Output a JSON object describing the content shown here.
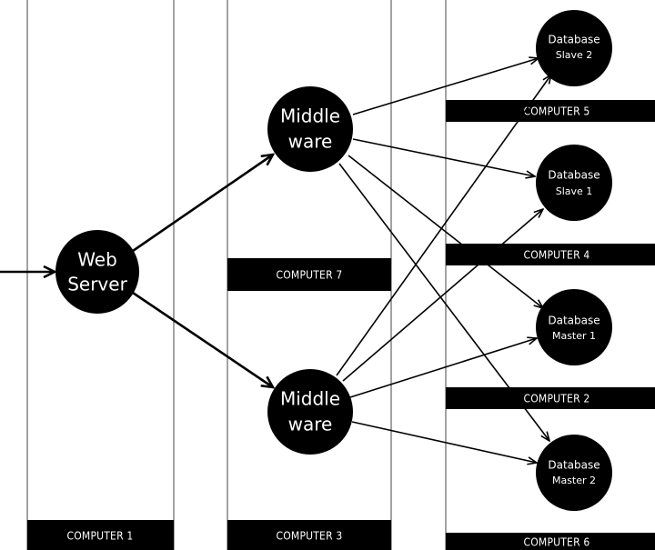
{
  "nodes": {
    "web_server": {
      "line1": "Web",
      "line2": "Server"
    },
    "middleware_top": {
      "line1": "Middle",
      "line2": "ware"
    },
    "middleware_bottom": {
      "line1": "Middle",
      "line2": "ware"
    },
    "db_slave2": {
      "line1": "Database",
      "line2": "Slave 2"
    },
    "db_slave1": {
      "line1": "Database",
      "line2": "Slave 1"
    },
    "db_master1": {
      "line1": "Database",
      "line2": "Master 1"
    },
    "db_master2": {
      "line1": "Database",
      "line2": "Master 2"
    }
  },
  "computers": {
    "c1": "COMPUTER 1",
    "c3": "COMPUTER 3",
    "c7": "COMPUTER 7",
    "c5": "COMPUTER 5",
    "c4": "COMPUTER 4",
    "c2": "COMPUTER 2",
    "c6": "COMPUTER 6"
  },
  "colors": {
    "ink": "#000000",
    "paper": "#ffffff",
    "border": "#444444"
  }
}
